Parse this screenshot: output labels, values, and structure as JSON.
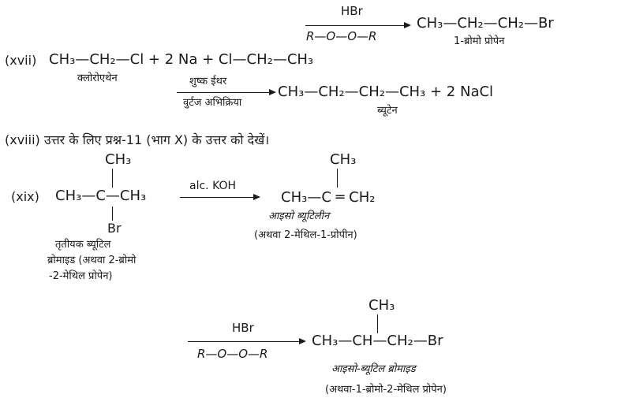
{
  "r1": {
    "reagent": "HBr",
    "cond": "R—O—O—R",
    "product": "CH₃—CH₂—CH₂—Br",
    "name": "1-ब्रोमो प्रोपेन"
  },
  "r17": {
    "num": "(xvii)",
    "reactants": "CH₃—CH₂—Cl + 2 Na + Cl—CH₂—CH₃",
    "name": "क्लोरोएथेन",
    "cond_top": "शुष्क ईथर",
    "cond_bottom": "वुर्टज अभिक्रिया",
    "product": "CH₃—CH₂—CH₂—CH₃ + 2 NaCl",
    "product_name": "ब्यूटेन"
  },
  "r18": {
    "text": "(xviii) उत्तर के लिए प्रश्न-11 (भाग X) के उत्तर को देखें।"
  },
  "r19": {
    "num": "(xix)",
    "top_group": "CH₃",
    "main": "CH₃—C—CH₃",
    "bottom_group": "Br",
    "reagent": "alc. KOH",
    "p_top": "CH₃",
    "product": "CH₃—C ═ CH₂",
    "p_name": "आइसो ब्यूटिलीन",
    "p_alt": "(अथवा 2-मेथिल-1-प्रोपीन)",
    "r_name1": "तृतीयक ब्यूटिल",
    "r_name2": "ब्रोमाइड (अथवा 2-ब्रोमो",
    "r_name3": "-2-मेथिल प्रोपेन)"
  },
  "r20": {
    "reagent": "HBr",
    "cond": "R—O—O—R",
    "top_group": "CH₃",
    "product": "CH₃—CH—CH₂—Br",
    "name": "आइसो-ब्यूटिल ब्रोमाइड",
    "alt": "(अथवा-1-ब्रोमो-2-मेथिल प्रोपेन)"
  }
}
